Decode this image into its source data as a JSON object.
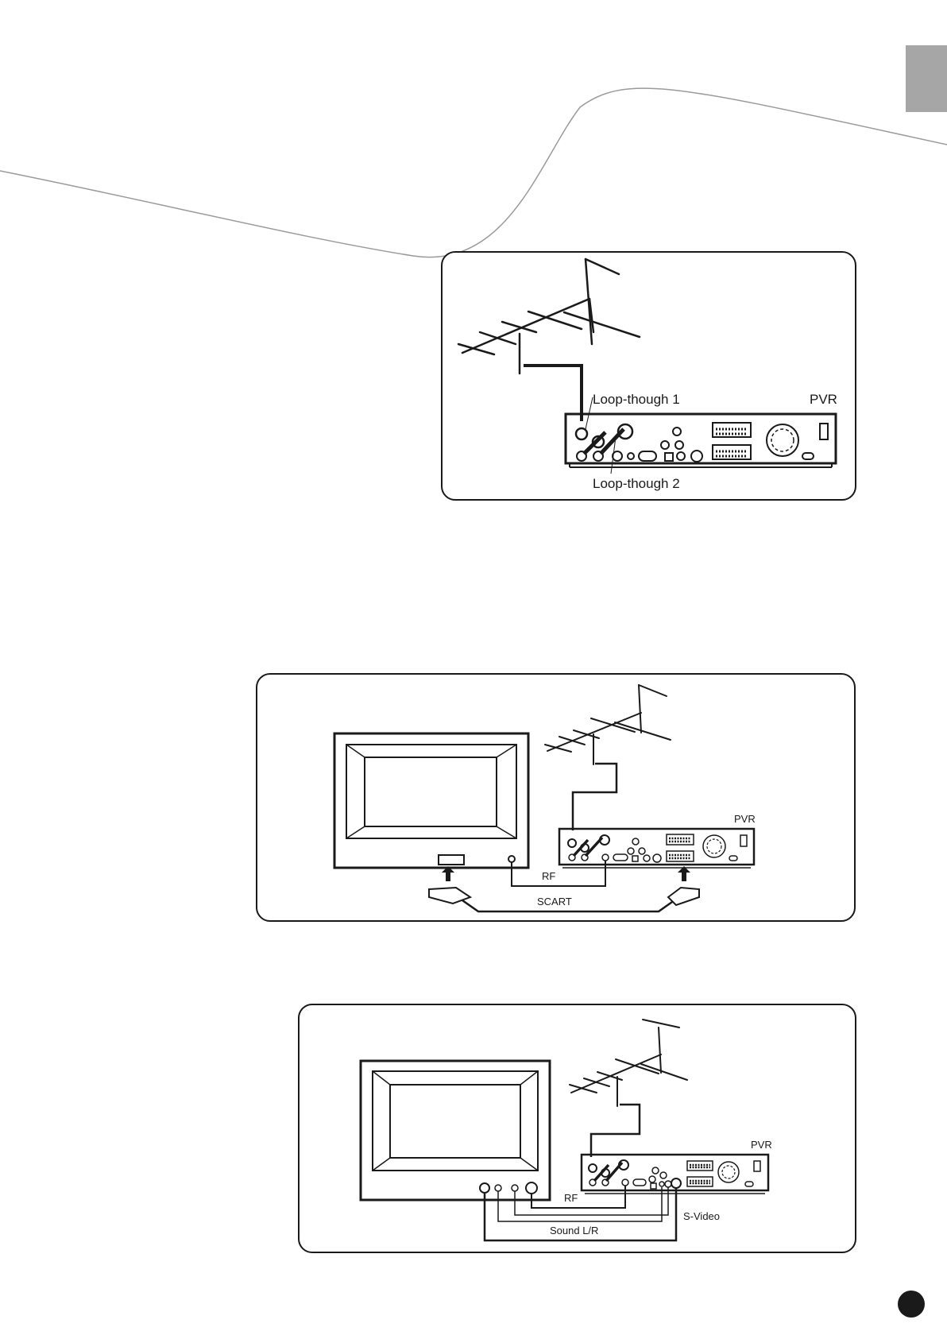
{
  "diagram1": {
    "pvr_label": "PVR",
    "loop1_label": "Loop-though 1",
    "loop2_label": "Loop-though 2"
  },
  "diagram2": {
    "pvr_label": "PVR",
    "rf_label": "RF",
    "scart_label": "SCART"
  },
  "diagram3": {
    "pvr_label": "PVR",
    "rf_label": "RF",
    "sound_label": "Sound L/R",
    "svideo_label": "S-Video"
  },
  "colors": {
    "line": "#1a1a1a",
    "tab": "#a6a6a6",
    "curve": "#9a9a9a",
    "background": "#ffffff"
  }
}
